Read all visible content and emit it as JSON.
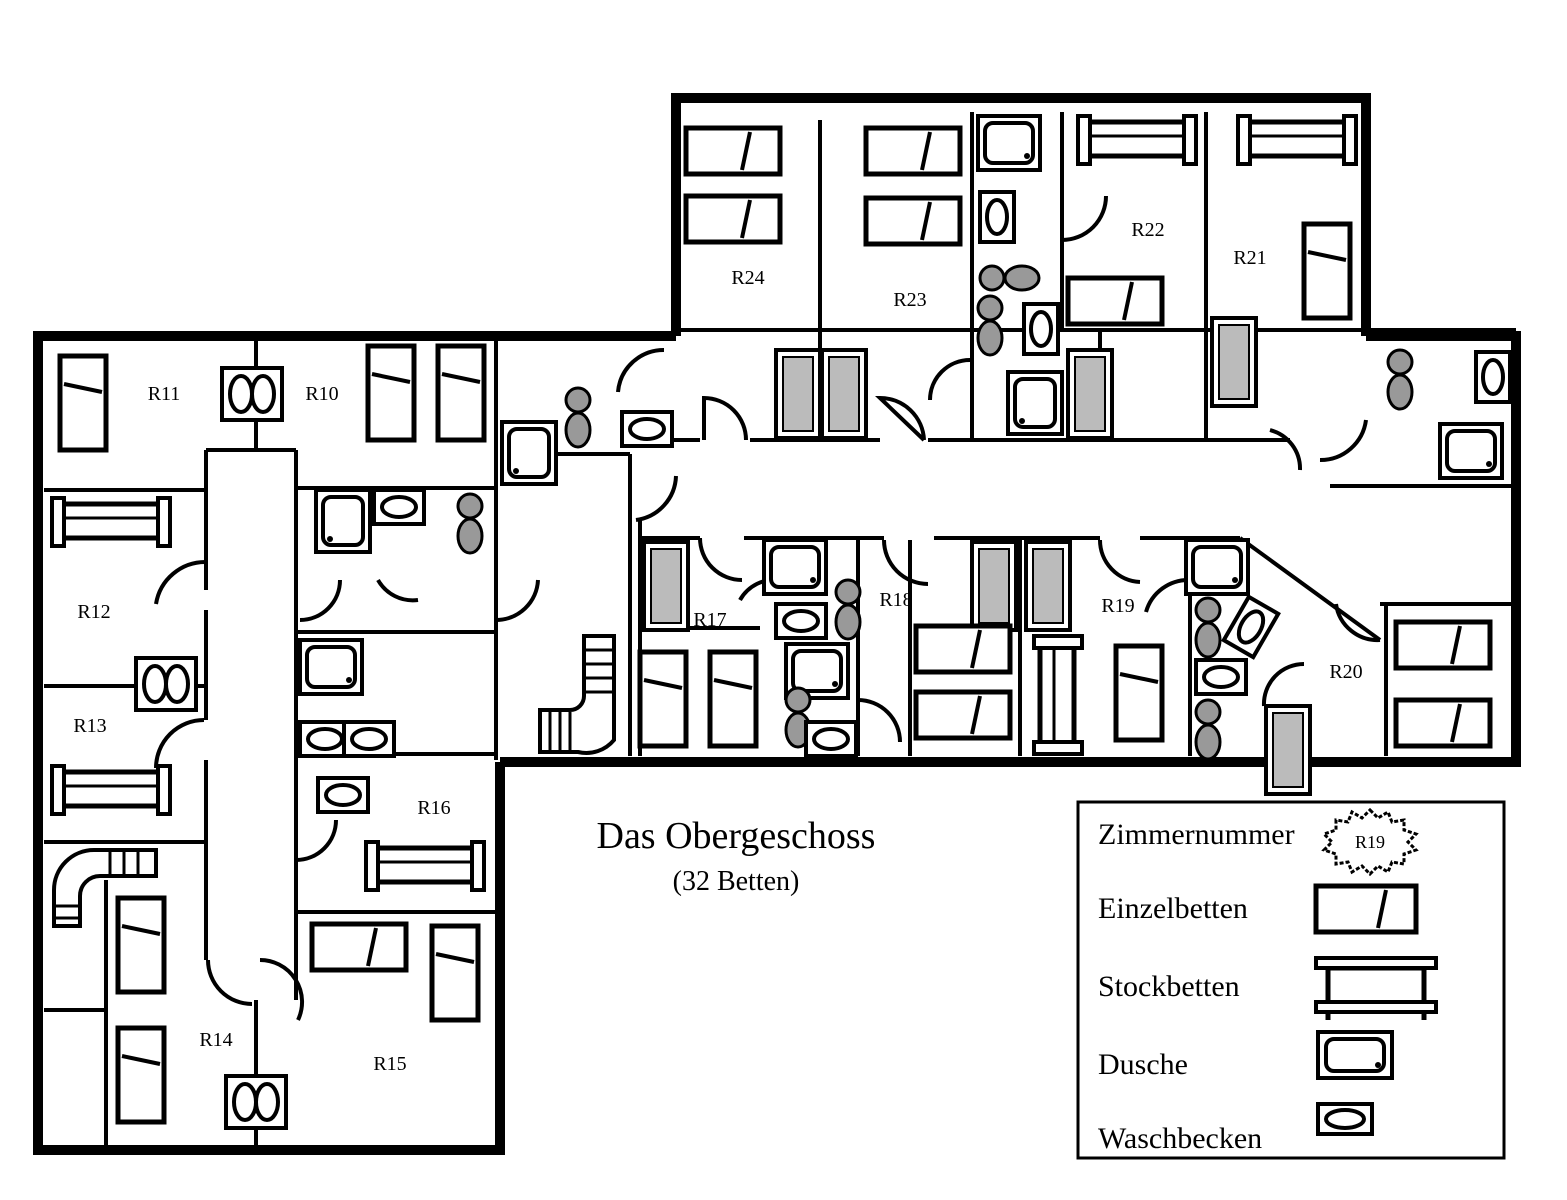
{
  "plan": {
    "title": "Das Obergeschoss",
    "subtitle": "(32 Betten)",
    "rooms": {
      "r10": "R10",
      "r11": "R11",
      "r12": "R12",
      "r13": "R13",
      "r14": "R14",
      "r15": "R15",
      "r16": "R16",
      "r17": "R17",
      "r18": "R18",
      "r19": "R19",
      "r20": "R20",
      "r21": "R21",
      "r22": "R22",
      "r23": "R23",
      "r24": "R24"
    }
  },
  "legend": {
    "room_number": "Zimmernummer",
    "room_number_sample": "R19",
    "single_beds": "Einzelbetten",
    "bunk_beds": "Stockbetten",
    "shower": "Dusche",
    "sink": "Waschbecken"
  }
}
